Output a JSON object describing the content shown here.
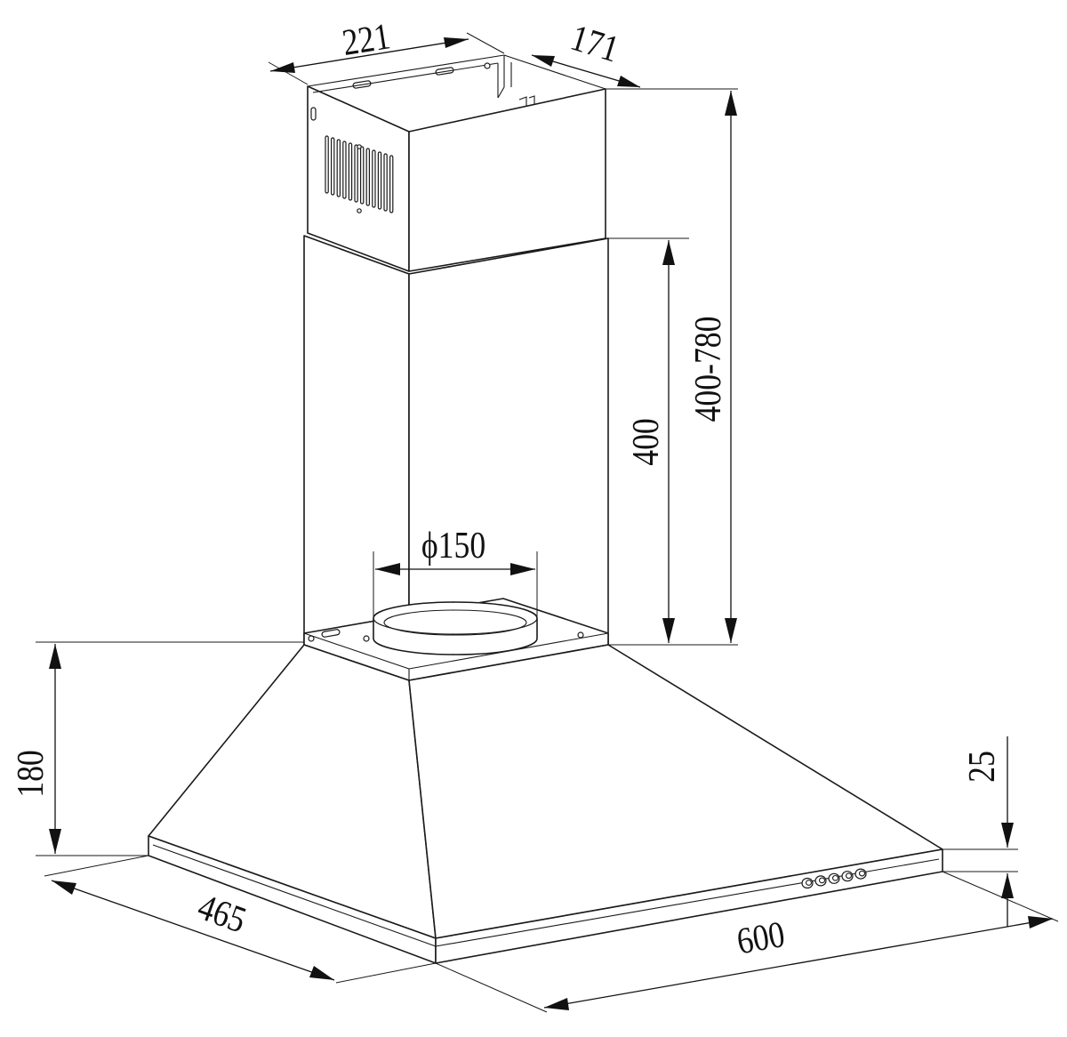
{
  "diagram": {
    "dimension_labels": {
      "chimney_width": "221",
      "chimney_depth": "171",
      "adjustable_height": "400-780",
      "chimney_height": "400",
      "duct_diameter": "ϕ150",
      "canopy_height": "180",
      "rim_height": "25",
      "hood_depth": "465",
      "hood_width": "600"
    },
    "control_knob_count": 5
  }
}
